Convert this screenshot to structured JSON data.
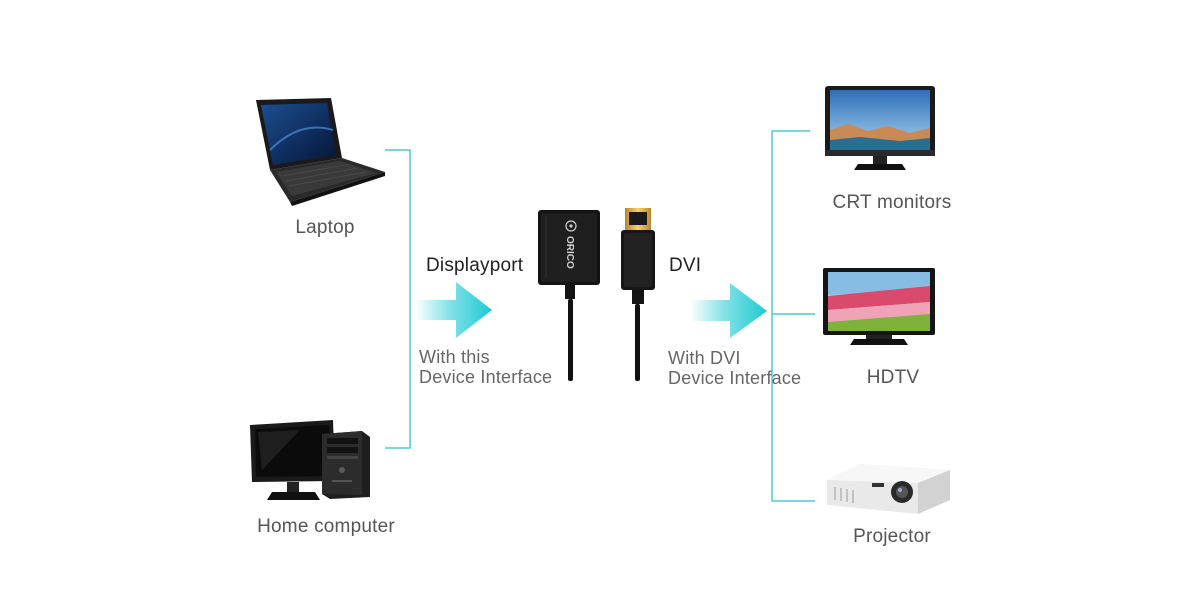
{
  "left_devices": {
    "laptop": "Laptop",
    "home_computer": "Home computer"
  },
  "adapter": {
    "input_port": "Displayport",
    "output_port": "DVI",
    "input_note_line1": "With this",
    "input_note_line2": "Device Interface",
    "output_note_line1": "With DVI",
    "output_note_line2": "Device Interface",
    "brand": "ORICO"
  },
  "right_devices": {
    "crt": "CRT monitors",
    "hdtv": "HDTV",
    "projector": "Projector"
  },
  "colors": {
    "connector_line": "#4ec8d6",
    "arrow": "#1ec9d3",
    "label": "#555555"
  }
}
